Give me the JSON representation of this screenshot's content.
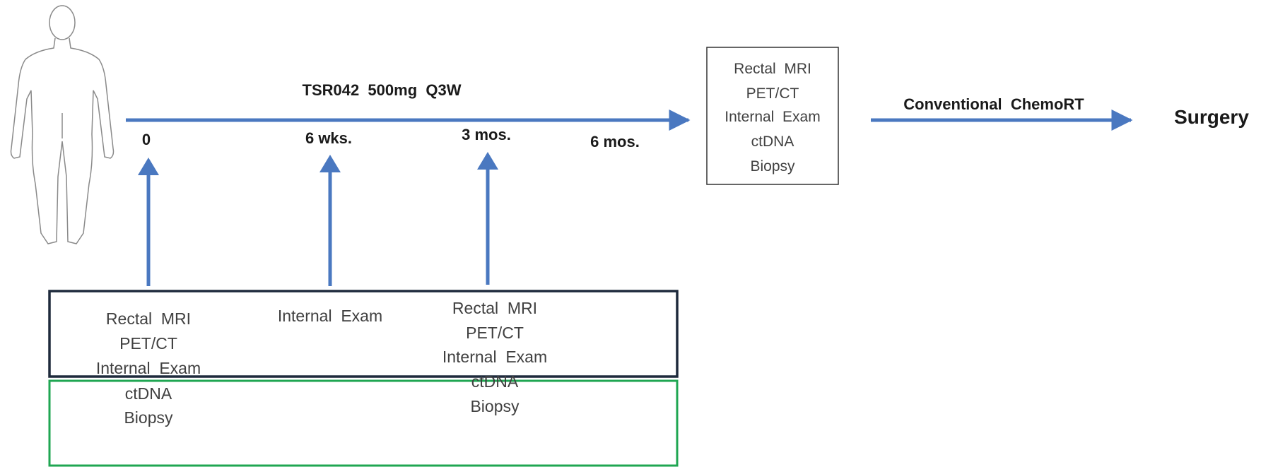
{
  "timeline": {
    "treatment_label": "TSR042  500mg  Q3W",
    "ticks": [
      "0",
      "6 wks.",
      "3 mos.",
      "6 mos."
    ]
  },
  "assessment_end": {
    "lines": [
      "Rectal  MRI",
      "PET/CT",
      "Internal  Exam",
      "ctDNA",
      "Biopsy"
    ]
  },
  "next_step": {
    "label": "Conventional  ChemoRT",
    "final": "Surgery"
  },
  "assessments": [
    {
      "lines": [
        "Rectal  MRI",
        "PET/CT",
        "Internal  Exam",
        "ctDNA",
        "Biopsy"
      ]
    },
    {
      "lines": [
        "Internal  Exam"
      ]
    },
    {
      "lines": [
        "Rectal  MRI",
        "PET/CT",
        "Internal  Exam",
        "ctDNA",
        "Biopsy"
      ]
    }
  ],
  "colors": {
    "arrow": "#4a78c0",
    "box_dark": "#1e2a3c",
    "box_green": "#1fa652"
  }
}
